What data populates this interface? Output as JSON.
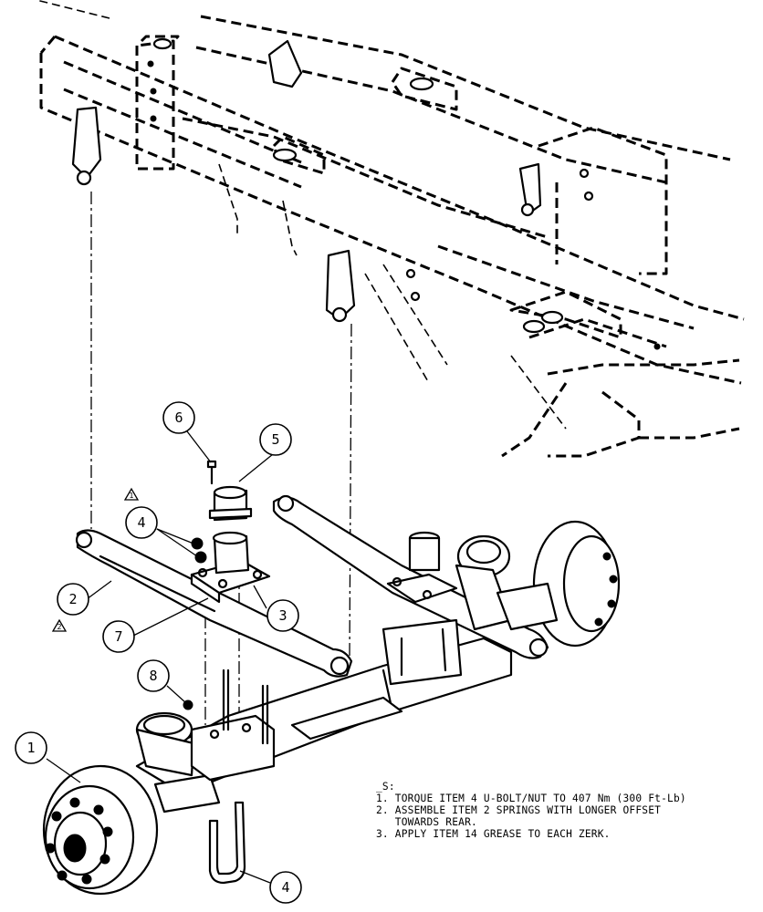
{
  "balloons": [
    {
      "label": "1"
    },
    {
      "label": "2"
    },
    {
      "label": "3"
    },
    {
      "label": "4"
    },
    {
      "label": "4"
    },
    {
      "label": "5"
    },
    {
      "label": "6"
    },
    {
      "label": "7"
    },
    {
      "label": "8"
    }
  ],
  "revision_marks": [
    {
      "label": "1"
    },
    {
      "label": "2"
    }
  ],
  "notes": {
    "header": "_S:",
    "items": [
      "1. TORQUE ITEM 4 U-BOLT/NUT TO 407 Nm (300 Ft-Lb)",
      "2. ASSEMBLE ITEM 2 SPRINGS WITH LONGER OFFSET",
      "   TOWARDS REAR.",
      "3. APPLY ITEM 14 GREASE TO EACH ZERK."
    ]
  }
}
